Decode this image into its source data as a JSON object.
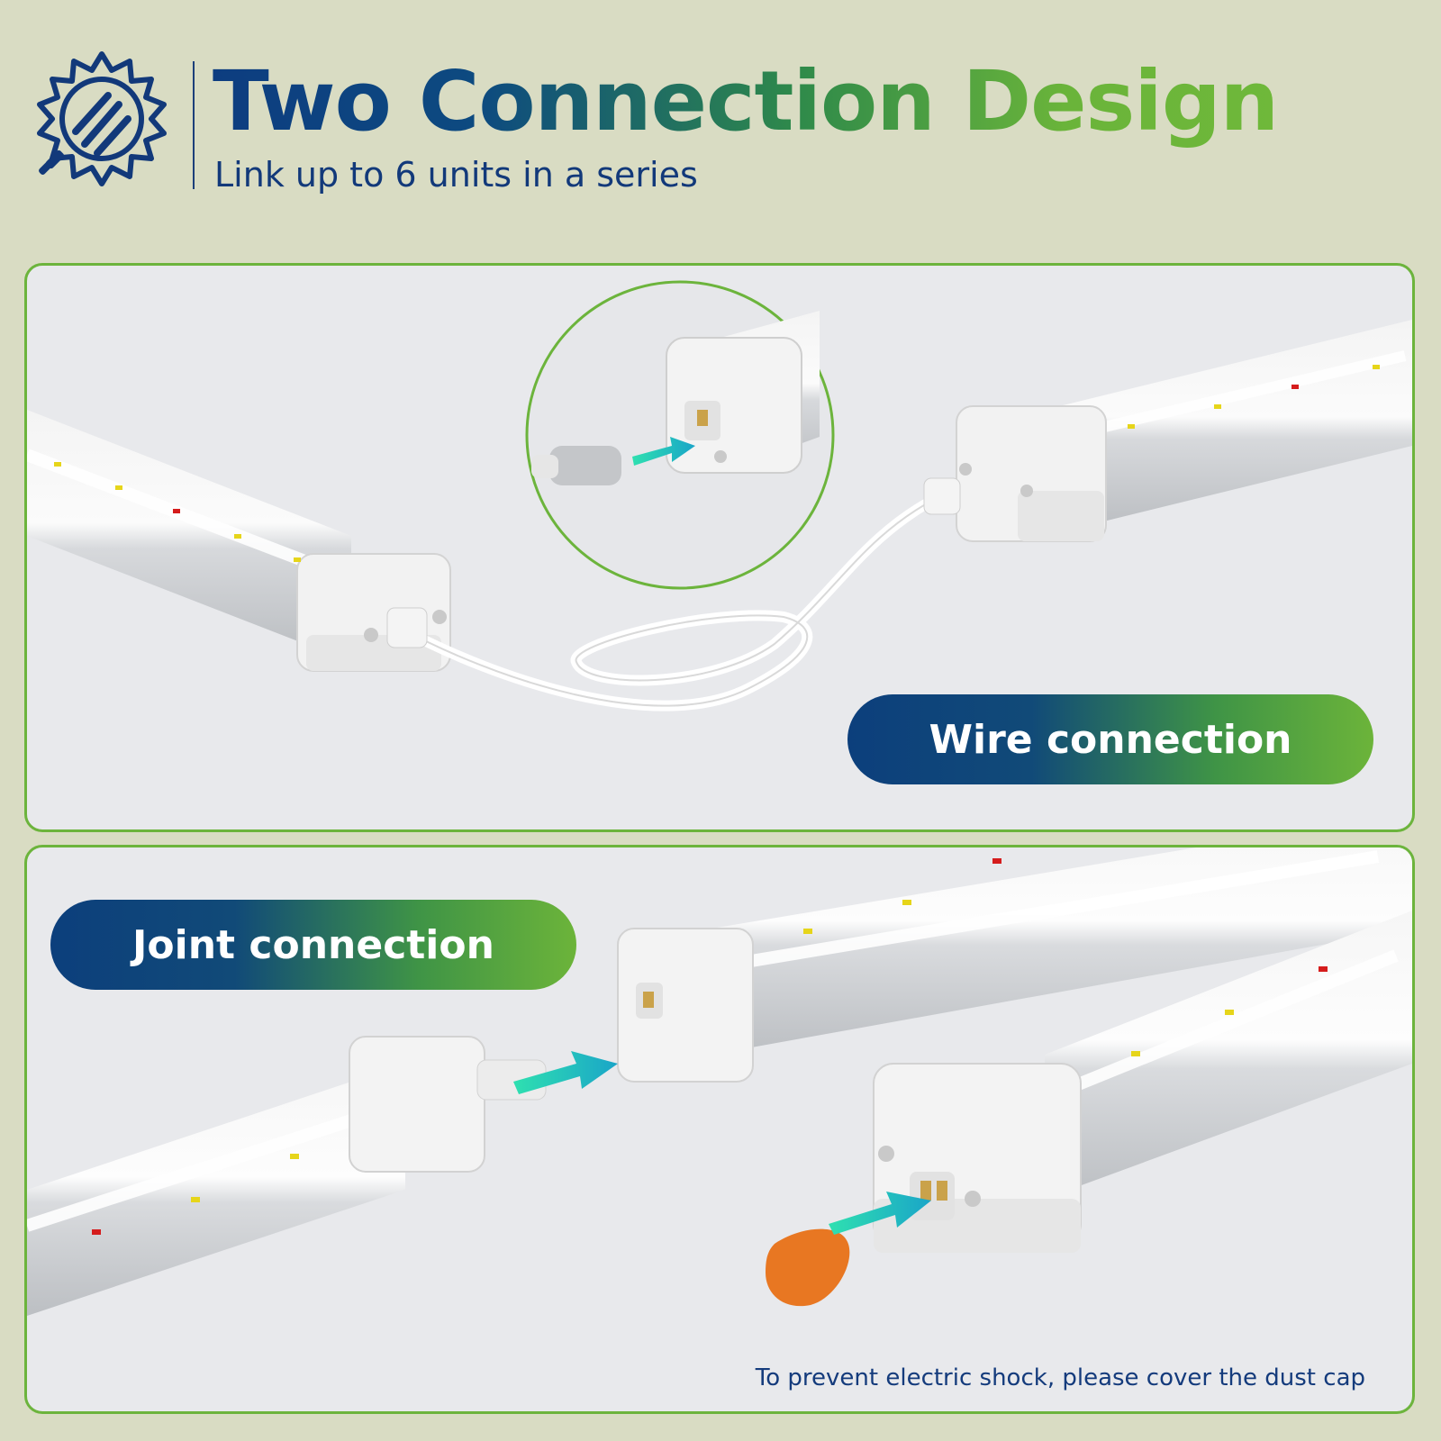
{
  "header": {
    "title": "Two Connection Design",
    "subtitle": "Link up to 6 units in a series",
    "logo_icon": "sun-tube-light-icon"
  },
  "wire_panel": {
    "label": "Wire connection"
  },
  "joint_panel": {
    "label": "Joint connection",
    "caption": "To prevent electric shock, please cover the dust cap"
  },
  "colors": {
    "background": "#d9dcc3",
    "panel_border": "#6cb43c",
    "brand_blue": "#0d3d80",
    "brand_green": "#6cb43a",
    "dust_cap": "#e87722",
    "arrow": "#2fd6a8"
  }
}
